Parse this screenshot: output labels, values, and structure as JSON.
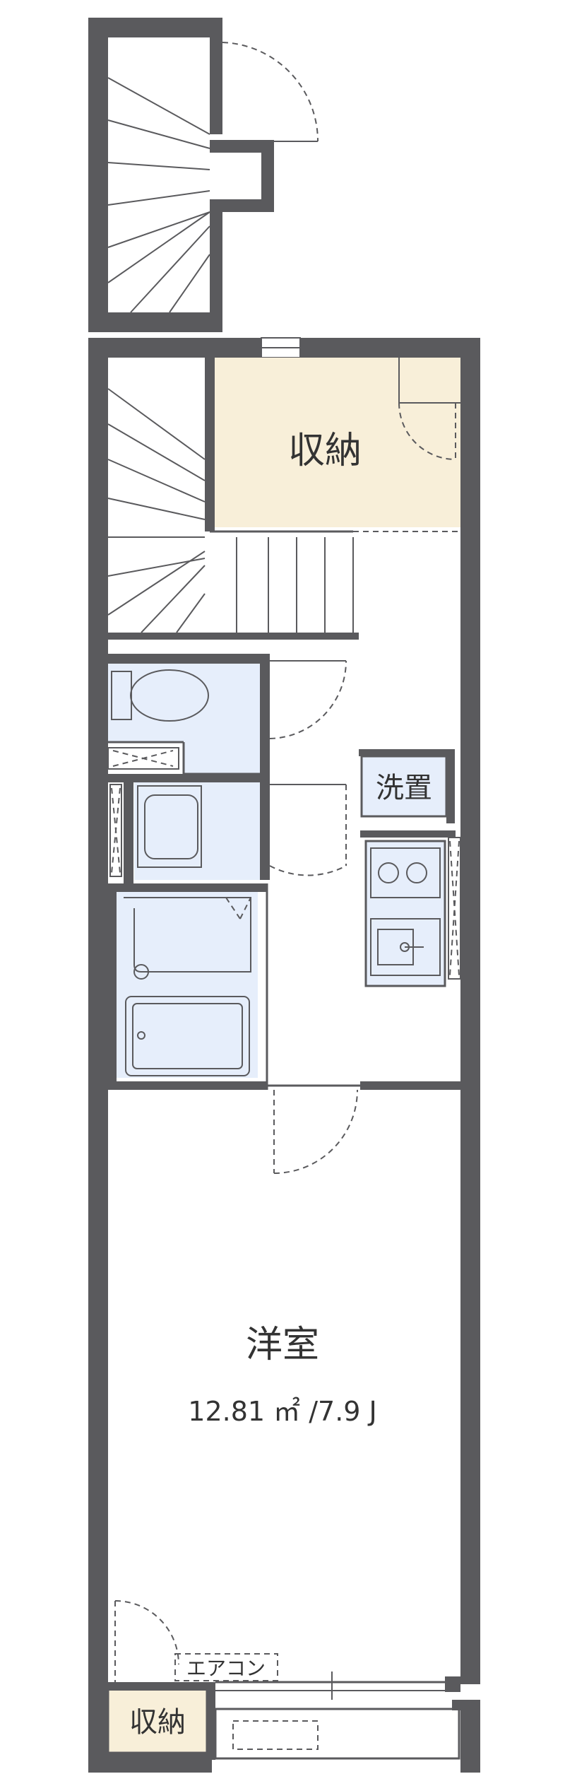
{
  "rooms": {
    "storage_upper": "収納",
    "washer_space": "洗置",
    "western_room": "洋室",
    "western_room_area": "12.81 ㎡ /7.9 J",
    "storage_lower": "収納",
    "air_conditioner": "エアコン"
  },
  "colors": {
    "wall": "#5a5a5d",
    "storage_fill": "#f8efd9",
    "wet_area_fill": "#e6eefb",
    "background": "#ffffff"
  }
}
